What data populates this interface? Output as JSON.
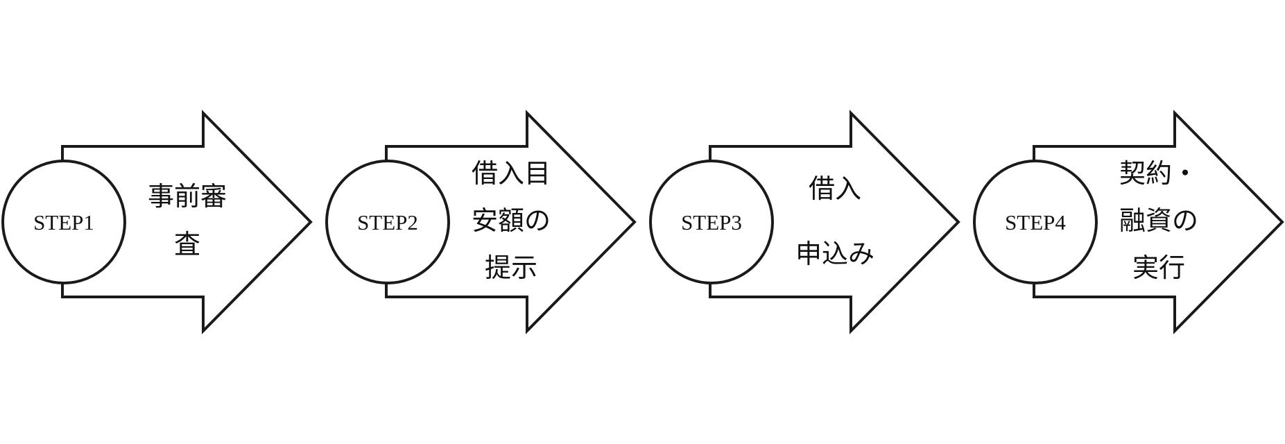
{
  "steps": [
    {
      "step": "STEP1",
      "lines": [
        "事前審",
        "査"
      ]
    },
    {
      "step": "STEP2",
      "lines": [
        "借入目",
        "安額の",
        "提示"
      ]
    },
    {
      "step": "STEP3",
      "lines": [
        "借入",
        "申込み"
      ]
    },
    {
      "step": "STEP4",
      "lines": [
        "契約・",
        "融資の",
        "実行"
      ]
    }
  ]
}
